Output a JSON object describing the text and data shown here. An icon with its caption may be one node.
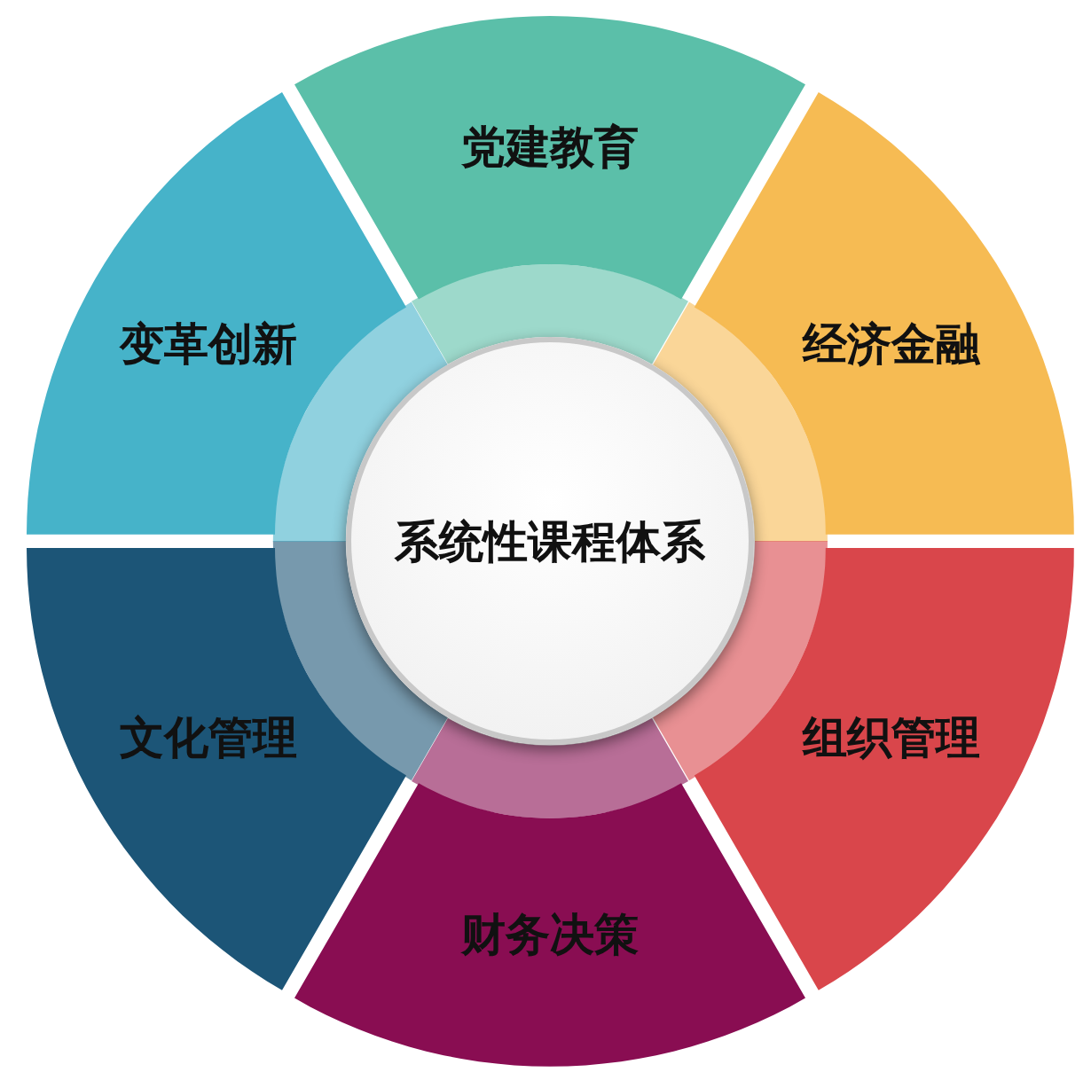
{
  "diagram": {
    "nodes": [
      {
        "text": [
          "系统性课程体系"
        ]
      },
      {
        "text": [
          "党建教育"
        ]
      },
      {
        "text": [
          "经济金融"
        ]
      },
      {
        "text": [
          "组织管理"
        ]
      },
      {
        "text": [
          "财务决策"
        ]
      },
      {
        "text": [
          "文化管理"
        ]
      },
      {
        "text": [
          "变革创新"
        ]
      }
    ]
  }
}
